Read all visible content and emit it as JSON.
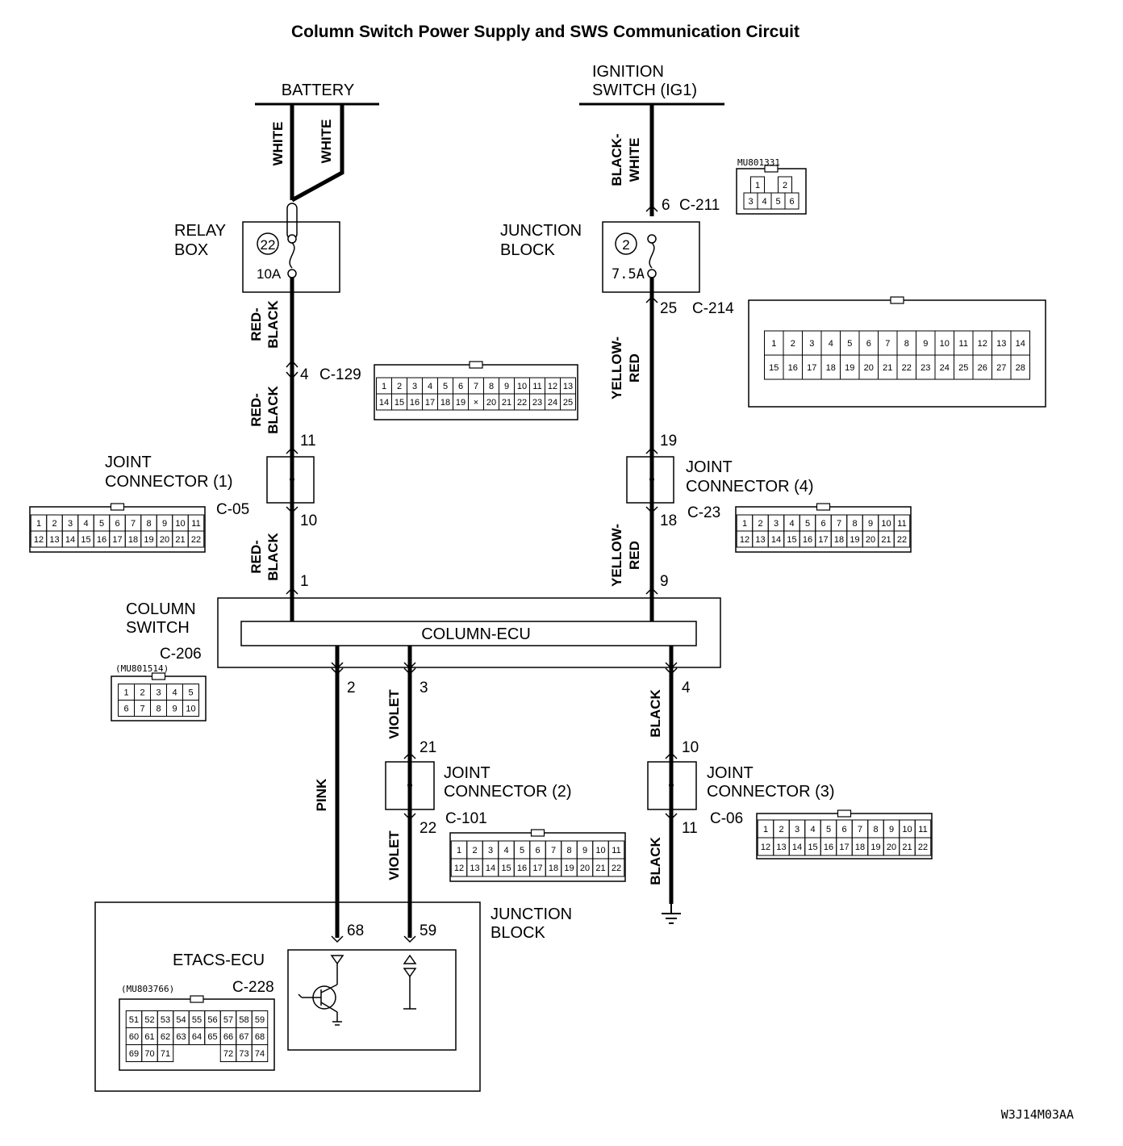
{
  "title": "Column Switch Power Supply and SWS Communication Circuit",
  "diagram_id": "W3J14M03AA",
  "sources": {
    "battery": "BATTERY",
    "ignition_line1": "IGNITION",
    "ignition_line2": "SWITCH (IG1)"
  },
  "wires": {
    "white_a": "WHITE",
    "white_b": "WHITE",
    "bw_1": "BLACK-",
    "bw_2": "WHITE",
    "rb1_1": "RED-",
    "rb1_2": "BLACK",
    "rb2_1": "RED-",
    "rb2_2": "BLACK",
    "rb3_1": "RED-",
    "rb3_2": "BLACK",
    "yr1_1": "YELLOW-",
    "yr1_2": "RED",
    "yr2_1": "YELLOW-",
    "yr2_2": "RED",
    "pink": "PINK",
    "violet_a": "VIOLET",
    "violet_b": "VIOLET",
    "black_a": "BLACK",
    "black_b": "BLACK"
  },
  "relay_box": {
    "line1": "RELAY",
    "line2": "BOX",
    "fuse_no": "22",
    "rating": "10A"
  },
  "junction_block_top": {
    "line1": "JUNCTION",
    "line2": "BLOCK",
    "fuse_no": "2",
    "rating": "7.5A"
  },
  "pins": {
    "c211": "6",
    "c214": "25",
    "c129": "4",
    "jc1_in": "11",
    "jc1_out": "10",
    "jc4_in": "19",
    "jc4_out": "18",
    "cs_1": "1",
    "cs_9": "9",
    "cs_2": "2",
    "cs_3": "3",
    "cs_4": "4",
    "jc2_in": "21",
    "jc2_out": "22",
    "jc3_in": "10",
    "jc3_out": "11",
    "etacs_68": "68",
    "etacs_59": "59"
  },
  "connectors": {
    "c211": "C-211",
    "c214": "C-214",
    "c129": "C-129",
    "c05": "C-05",
    "c23": "C-23",
    "c206": "C-206",
    "c101": "C-101",
    "c06": "C-06",
    "c228": "C-228"
  },
  "part_numbers": {
    "mu801331": "MU801331",
    "mu801514": "(MU801514)",
    "mu803766": "(MU803766)"
  },
  "joint_connectors": {
    "jc1_line1": "JOINT",
    "jc1_line2": "CONNECTOR (1)",
    "jc4_line1": "JOINT",
    "jc4_line2": "CONNECTOR (4)",
    "jc2_line1": "JOINT",
    "jc2_line2": "CONNECTOR (2)",
    "jc3_line1": "JOINT",
    "jc3_line2": "CONNECTOR (3)"
  },
  "column_switch": {
    "line1": "COLUMN",
    "line2": "SWITCH",
    "ecu": "COLUMN-ECU"
  },
  "junction_block_bottom": {
    "line1": "JUNCTION",
    "line2": "BLOCK",
    "ecu": "ETACS-ECU"
  },
  "connector_grids": {
    "mu801331": [
      [
        "1",
        "",
        "2"
      ],
      [
        "3",
        "4",
        "5",
        "6"
      ]
    ],
    "c129": [
      [
        "1",
        "2",
        "3",
        "4",
        "5",
        "6",
        "7",
        "8",
        "9",
        "10",
        "11",
        "12",
        "13"
      ],
      [
        "14",
        "15",
        "16",
        "17",
        "18",
        "19",
        "×",
        "20",
        "21",
        "22",
        "23",
        "24",
        "25"
      ]
    ],
    "c214": [
      [
        "1",
        "2",
        "3",
        "4",
        "5",
        "6",
        "7",
        "8",
        "9",
        "10",
        "11",
        "12",
        "13",
        "14"
      ],
      [
        "15",
        "16",
        "17",
        "18",
        "19",
        "20",
        "21",
        "22",
        "23",
        "24",
        "25",
        "26",
        "27",
        "28"
      ]
    ],
    "c05": [
      [
        "1",
        "2",
        "3",
        "4",
        "5",
        "6",
        "7",
        "8",
        "9",
        "10",
        "11"
      ],
      [
        "12",
        "13",
        "14",
        "15",
        "16",
        "17",
        "18",
        "19",
        "20",
        "21",
        "22"
      ]
    ],
    "c23": [
      [
        "1",
        "2",
        "3",
        "4",
        "5",
        "6",
        "7",
        "8",
        "9",
        "10",
        "11"
      ],
      [
        "12",
        "13",
        "14",
        "15",
        "16",
        "17",
        "18",
        "19",
        "20",
        "21",
        "22"
      ]
    ],
    "c206": [
      [
        "1",
        "2",
        "3",
        "4",
        "5"
      ],
      [
        "6",
        "7",
        "8",
        "9",
        "10"
      ]
    ],
    "c101": [
      [
        "1",
        "2",
        "3",
        "4",
        "5",
        "6",
        "7",
        "8",
        "9",
        "10",
        "11"
      ],
      [
        "12",
        "13",
        "14",
        "15",
        "16",
        "17",
        "18",
        "19",
        "20",
        "21",
        "22"
      ]
    ],
    "c06": [
      [
        "1",
        "2",
        "3",
        "4",
        "5",
        "6",
        "7",
        "8",
        "9",
        "10",
        "11"
      ],
      [
        "12",
        "13",
        "14",
        "15",
        "16",
        "17",
        "18",
        "19",
        "20",
        "21",
        "22"
      ]
    ],
    "c228": [
      [
        "51",
        "52",
        "53",
        "54",
        "55",
        "56",
        "57",
        "58",
        "59"
      ],
      [
        "60",
        "61",
        "62",
        "63",
        "64",
        "65",
        "66",
        "67",
        "68"
      ],
      [
        "69",
        "70",
        "71",
        "",
        "",
        "",
        "72",
        "73",
        "74"
      ]
    ]
  }
}
